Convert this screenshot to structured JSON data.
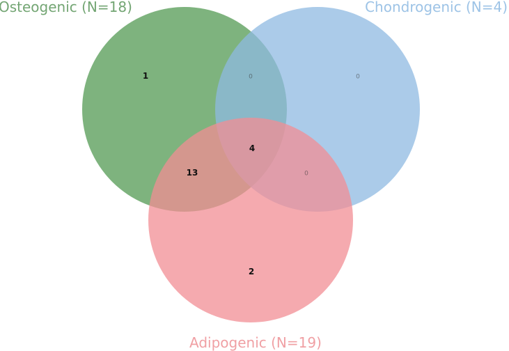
{
  "chart_data": {
    "type": "venn",
    "title": "",
    "sets": [
      {
        "name": "Osteogenic",
        "label": "Osteogenic (N=18)",
        "size": 18,
        "color": "#6aa86a"
      },
      {
        "name": "Chondrogenic",
        "label": "Chondrogenic (N=4)",
        "size": 4,
        "color": "#9dc3e6"
      },
      {
        "name": "Adipogenic",
        "label": "Adipogenic (N=19)",
        "size": 19,
        "color": "#f4999d"
      }
    ],
    "regions": {
      "osteogenic_only": "1",
      "chondrogenic_only": "0",
      "adipogenic_only": "2",
      "osteogenic_chondrogenic": "0",
      "osteogenic_adipogenic": "13",
      "chondrogenic_adipogenic": "0",
      "all_three": "4"
    }
  },
  "colors": {
    "osteogenic_fill": "#6aa86a",
    "chondrogenic_fill": "#9dc3e6",
    "adipogenic_fill": "#f4999d",
    "osteogenic_text": "#73a573",
    "chondrogenic_text": "#9dc3e6",
    "adipogenic_text": "#f0a0a4"
  }
}
